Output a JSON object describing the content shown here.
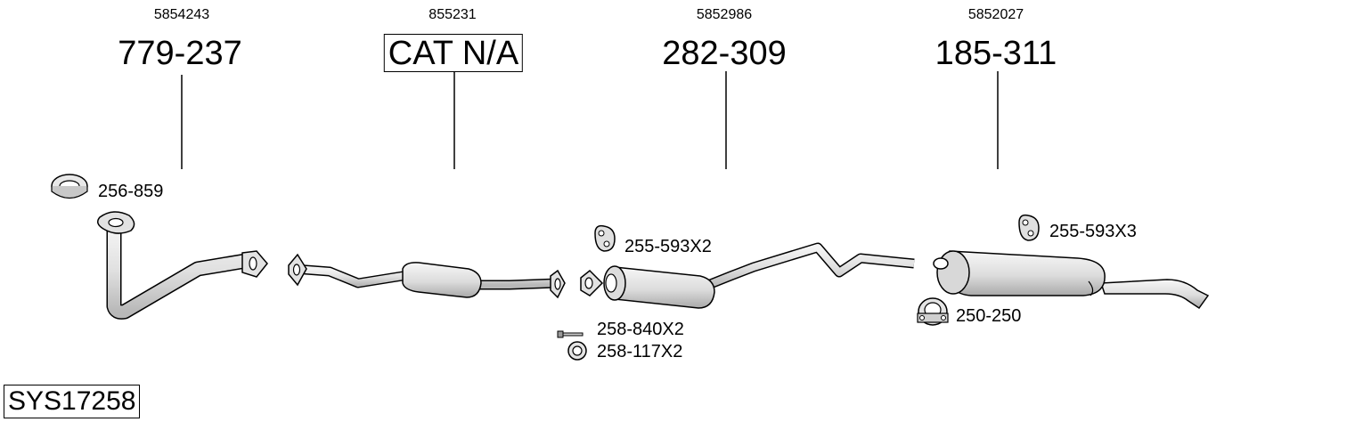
{
  "system_code": "SYS17258",
  "sections": [
    {
      "oem_number": "5854243",
      "part_number": "779-237",
      "boxed": false
    },
    {
      "oem_number": "855231",
      "part_number": "CAT N/A",
      "boxed": true
    },
    {
      "oem_number": "5852986",
      "part_number": "282-309",
      "boxed": false
    },
    {
      "oem_number": "5852027",
      "part_number": "185-311",
      "boxed": false
    }
  ],
  "accessories": {
    "gasket_ring": "256-859",
    "rubber_mount_front": "255-593X2",
    "bolt": "258-840X2",
    "spring_washer": "258-117X2",
    "rubber_mount_rear": "255-593X3",
    "clamp": "250-250"
  },
  "colors": {
    "line": "#000000",
    "part_fill": "#e6e6e6",
    "part_shade": "#bdbdbd",
    "background": "#ffffff"
  }
}
